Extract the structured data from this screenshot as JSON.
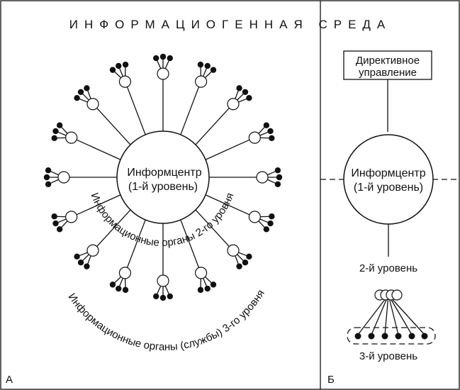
{
  "header": {
    "title": "ИНФОРМАЦИОГЕННАЯ   СРЕДА"
  },
  "panel_a": {
    "corner_label": "А",
    "center_line1": "Информцентр",
    "center_line2": "(1-й уровень)",
    "arc_inner": "Информационные органы 2-го уровня",
    "arc_outer": "Информационные органы (службы) 3-го уровня"
  },
  "panel_b": {
    "corner_label": "Б",
    "box_line1": "Директивное",
    "box_line2": "управление",
    "center_line1": "Информцентр",
    "center_line2": "(1-й уровень)",
    "level2": "2-й уровень",
    "level3": "3-й уровень"
  }
}
